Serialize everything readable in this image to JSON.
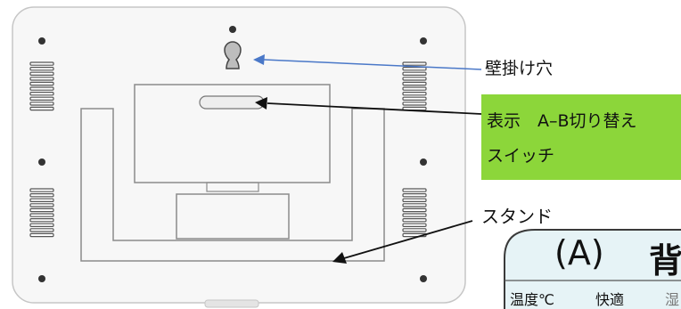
{
  "callouts": {
    "wall_hole": "壁掛け穴",
    "switch_line1": "表示　A–B切り替え",
    "switch_line2": "スイッチ",
    "stand": "スタンド"
  },
  "panel": {
    "title_a": "(A)",
    "title_b": "背",
    "row_labels": [
      "温度℃",
      "快適",
      "湿"
    ]
  },
  "colors": {
    "highlight": "#8cd63a",
    "arrow_blue": "#4a78c8",
    "arrow_black": "#111111",
    "panel_fill": "#e6f3f6",
    "panel_border": "#3a3a3a"
  }
}
